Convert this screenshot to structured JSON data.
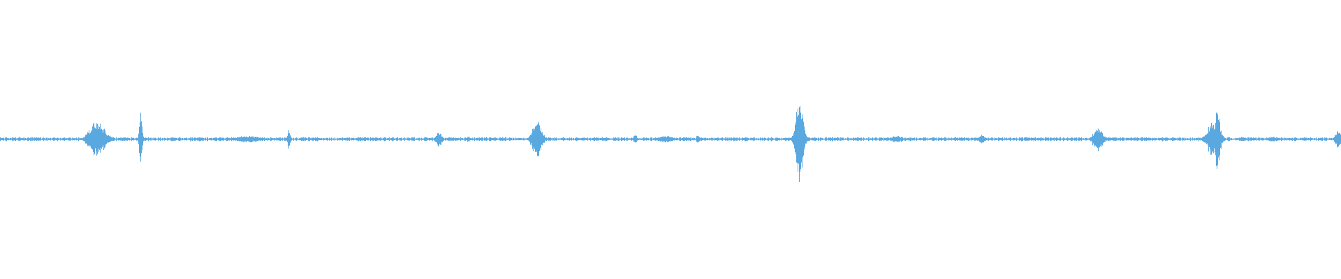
{
  "waveform": {
    "color": "#5aa8e0",
    "amplitude_range": [
      -1,
      1
    ],
    "baseline_noise": 0.012,
    "events": [
      {
        "t": 0.0722,
        "peak": 0.16,
        "spread": 0.01
      },
      {
        "t": 0.0806,
        "peak": 0.04,
        "spread": 0.004
      },
      {
        "t": 0.1051,
        "peak": 0.22,
        "spread": 0.002
      },
      {
        "t": 0.1495,
        "peak": 0.02,
        "spread": 0.004
      },
      {
        "t": 0.185,
        "peak": 0.03,
        "spread": 0.018
      },
      {
        "t": 0.2156,
        "peak": 0.08,
        "spread": 0.002
      },
      {
        "t": 0.2679,
        "peak": 0.02,
        "spread": 0.004
      },
      {
        "t": 0.3272,
        "peak": 0.07,
        "spread": 0.004
      },
      {
        "t": 0.3495,
        "peak": 0.03,
        "spread": 0.002
      },
      {
        "t": 0.4005,
        "peak": 0.18,
        "spread": 0.006
      },
      {
        "t": 0.4737,
        "peak": 0.05,
        "spread": 0.002
      },
      {
        "t": 0.4966,
        "peak": 0.03,
        "spread": 0.01
      },
      {
        "t": 0.5204,
        "peak": 0.04,
        "spread": 0.002
      },
      {
        "t": 0.5963,
        "peak": 0.34,
        "spread": 0.005
      },
      {
        "t": 0.6686,
        "peak": 0.03,
        "spread": 0.008
      },
      {
        "t": 0.7321,
        "peak": 0.04,
        "spread": 0.004
      },
      {
        "t": 0.8189,
        "peak": 0.12,
        "spread": 0.006
      },
      {
        "t": 0.905,
        "peak": 0.16,
        "spread": 0.008
      },
      {
        "t": 0.9082,
        "peak": 0.3,
        "spread": 0.003
      },
      {
        "t": 0.9265,
        "peak": 0.02,
        "spread": 0.004
      },
      {
        "t": 0.9494,
        "peak": 0.02,
        "spread": 0.01
      },
      {
        "t": 0.998,
        "peak": 0.08,
        "spread": 0.004
      }
    ]
  }
}
